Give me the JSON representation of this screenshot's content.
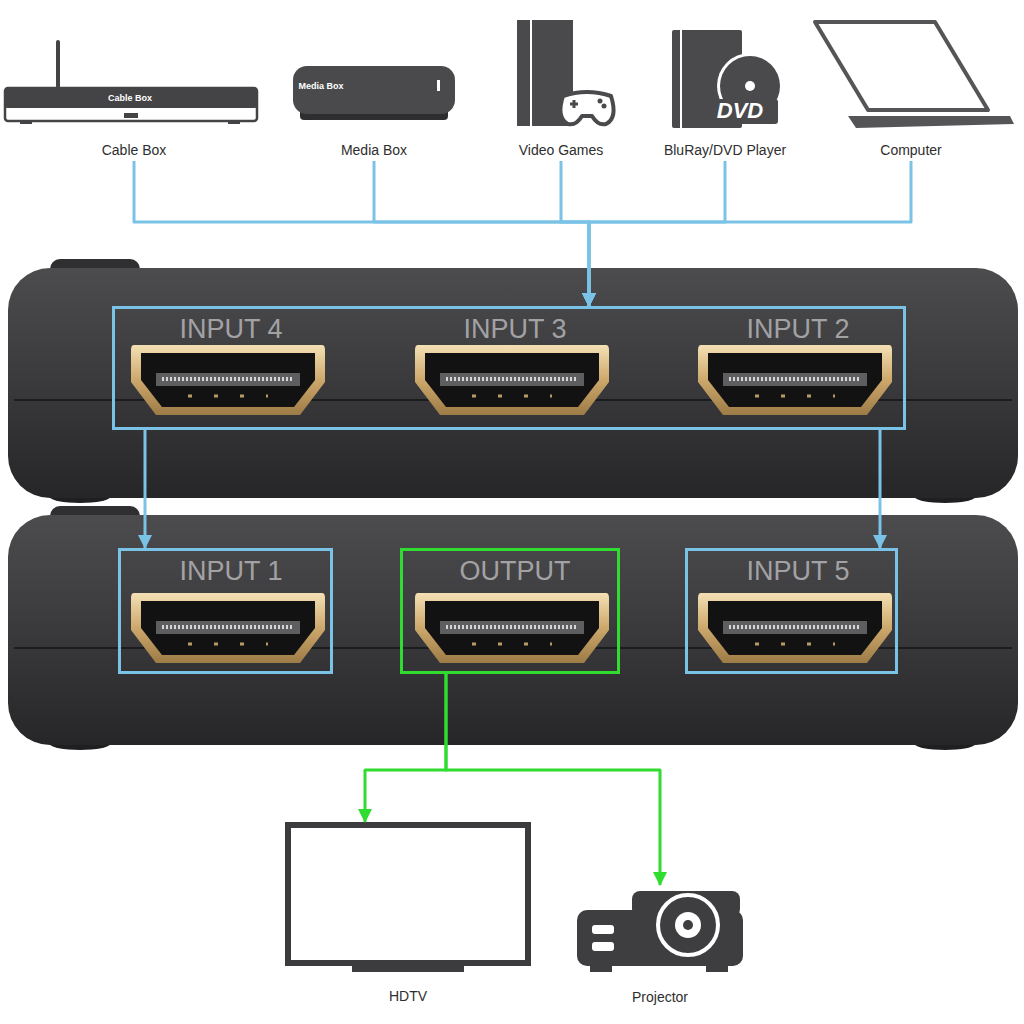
{
  "diagram": {
    "nodes": [
      {
        "text": [
          "Cable Box",
          "Cable Box"
        ]
      },
      {
        "text": [
          "Media Box",
          "Media Box"
        ]
      },
      {
        "text": [
          "Video Games"
        ]
      },
      {
        "text": [
          "DVD",
          "BluRay/DVD Player"
        ]
      },
      {
        "text": [
          "Computer"
        ]
      },
      {
        "text": [
          "INPUT 4",
          "INPUT 3",
          "INPUT 2"
        ]
      },
      {
        "text": [
          "INPUT 1"
        ]
      },
      {
        "text": [
          "OUTPUT"
        ]
      },
      {
        "text": [
          "INPUT 5"
        ]
      },
      {
        "text": [
          "HDTV"
        ]
      },
      {
        "text": [
          "Projector"
        ]
      }
    ],
    "edges": [
      {
        "from": 0,
        "to": 5,
        "arrow": "to"
      },
      {
        "from": 1,
        "to": 5,
        "arrow": "to"
      },
      {
        "from": 2,
        "to": 5,
        "arrow": "to"
      },
      {
        "from": 3,
        "to": 5,
        "arrow": "to"
      },
      {
        "from": 4,
        "to": 5,
        "arrow": "to"
      },
      {
        "from": 5,
        "to": 6,
        "arrow": "to"
      },
      {
        "from": 5,
        "to": 8,
        "arrow": "to"
      },
      {
        "from": 7,
        "to": 9,
        "arrow": "to"
      },
      {
        "from": 7,
        "to": 10,
        "arrow": "to"
      }
    ]
  }
}
